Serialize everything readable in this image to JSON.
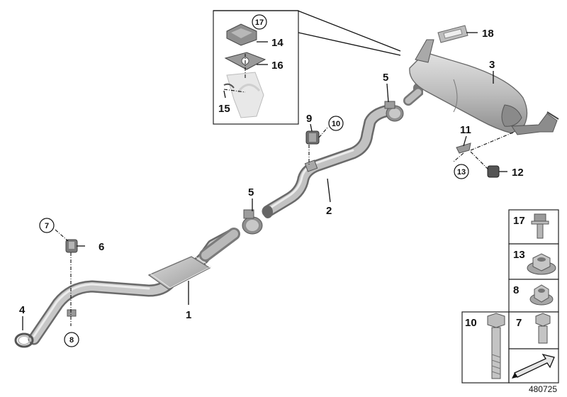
{
  "parts": {
    "p1": "1",
    "p2": "2",
    "p3": "3",
    "p4": "4",
    "p5a": "5",
    "p5b": "5",
    "p6": "6",
    "p7": "7",
    "p8": "8",
    "p9": "9",
    "p10": "10",
    "p11": "11",
    "p12": "12",
    "p13": "13",
    "p14": "14",
    "p15": "15",
    "p16": "16",
    "p17": "17",
    "p18": "18"
  },
  "legend": {
    "l17": "17",
    "l13": "13",
    "l8": "8",
    "l10": "10",
    "l7": "7"
  },
  "image_number": "480725",
  "colors": {
    "part_fill": "#c9c9c9",
    "part_stroke": "#6f6f6f",
    "line": "#111111"
  }
}
